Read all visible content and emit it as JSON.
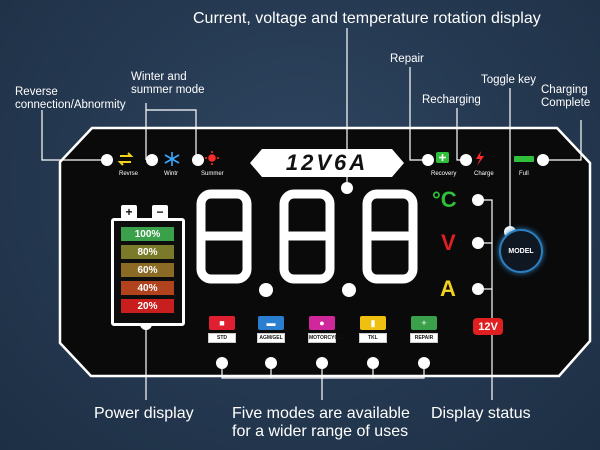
{
  "annotations": {
    "top_title": "Current, voltage and temperature rotation display",
    "reverse": [
      "Reverse",
      "connection/Abnormity"
    ],
    "winter_summer": [
      "Winter and",
      "summer mode"
    ],
    "repair": "Repair",
    "recharging": "Recharging",
    "toggle_key": "Toggle key",
    "charging_complete": [
      "Charging",
      "Complete"
    ],
    "power_display": "Power display",
    "five_modes": [
      "Five modes are available",
      "for a wider range of uses"
    ],
    "display_status": "Display status"
  },
  "panel": {
    "product_label": "12V6A",
    "indicators": {
      "reverse": "Revrse",
      "winter": "Wintr",
      "summer": "Summer",
      "recovery": "Recovery",
      "charge": "Charge",
      "full": "Full"
    },
    "digits": "8.8.8",
    "units": {
      "celsius": "°C",
      "volt": "V",
      "amp": "A"
    },
    "model_button": "MODEL",
    "voltage_badge": "12V",
    "battery_terminals": [
      "+",
      "−"
    ],
    "battery_levels": [
      {
        "label": "100%",
        "color": "#3aa04a"
      },
      {
        "label": "80%",
        "color": "#7a7a2a"
      },
      {
        "label": "60%",
        "color": "#8a6a25"
      },
      {
        "label": "40%",
        "color": "#b0421e"
      },
      {
        "label": "20%",
        "color": "#c81e1e"
      }
    ],
    "modes": [
      {
        "label": "STD",
        "color": "#e02030"
      },
      {
        "label": "AGM/GEL",
        "color": "#2a7fd0"
      },
      {
        "label": "MOTORCYCLE",
        "color": "#d0289a"
      },
      {
        "label": "TKL",
        "color": "#f0c010"
      },
      {
        "label": "REPAIR",
        "color": "#3aa04a"
      }
    ]
  },
  "colors": {
    "background": "#243850",
    "panel": "#0a0a0a",
    "celsius": "#2fbf3a",
    "volt": "#e02020",
    "amp": "#f2d21a",
    "accent_blue": "#2c7fbf"
  }
}
